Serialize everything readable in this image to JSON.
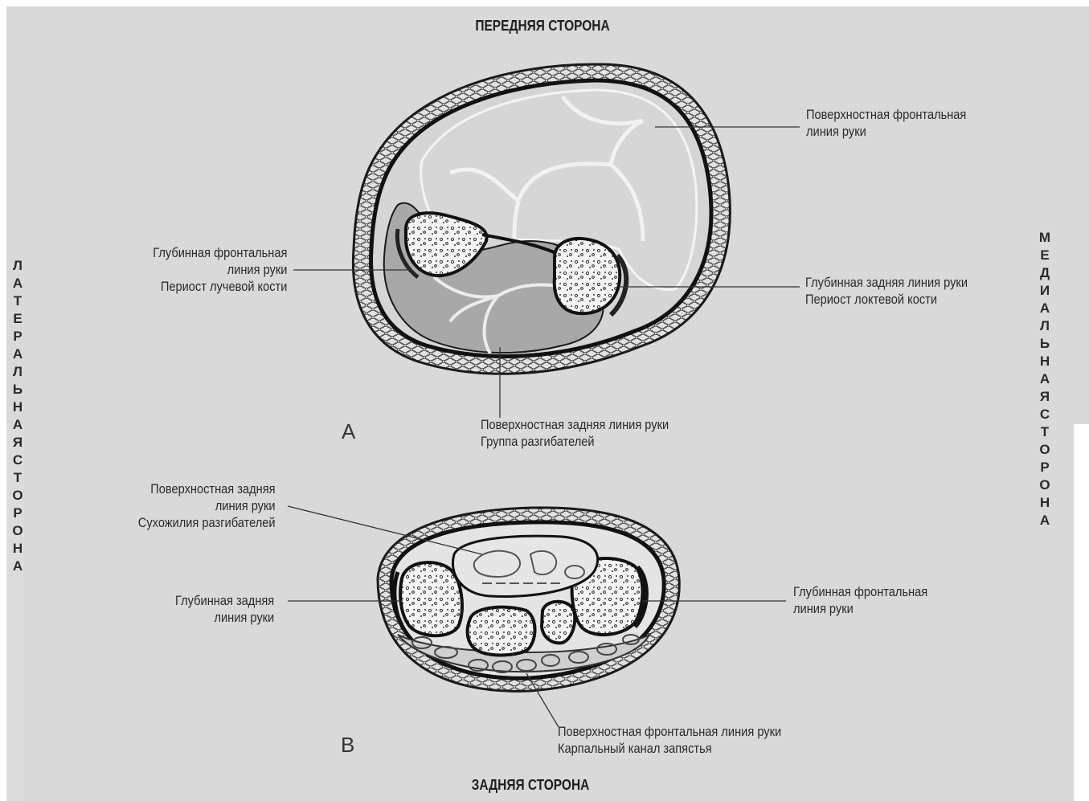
{
  "headings": {
    "top": "ПЕРЕДНЯЯ СТОРОНА",
    "bottom": "ЗАДНЯЯ СТОРОНА",
    "left": "ЛАТЕРАЛЬНАЯ СТОРОНА",
    "right": "МЕДИАЛЬНАЯ СТОРОНА"
  },
  "panels": {
    "a": "A",
    "b": "B"
  },
  "labels": {
    "a_superficial_front": [
      "Поверхностная фронтальная",
      "линия руки"
    ],
    "a_deep_front": [
      "Глубинная фронтальная",
      "линия руки",
      "Периост лучевой кости"
    ],
    "a_deep_back": [
      "Глубинная задняя линия руки",
      "Периост локтевой кости"
    ],
    "a_superficial_back": [
      "Поверхностная задняя линия руки",
      "Группа разгибателей"
    ],
    "b_superficial_back": [
      "Поверхностная задняя",
      "линия руки",
      "Сухожилия разгибателей"
    ],
    "b_deep_back": [
      "Глубинная задняя",
      "линия руки"
    ],
    "b_deep_front": [
      "Глубинная фронтальная",
      "линия руки"
    ],
    "b_superficial_front": [
      "Поверхностная фронтальная линия руки",
      "Карпальный канал запястья"
    ]
  },
  "colors": {
    "background": "#d8d8d8",
    "muscle": "#a9a9a9",
    "ink": "#1a1a1a"
  }
}
